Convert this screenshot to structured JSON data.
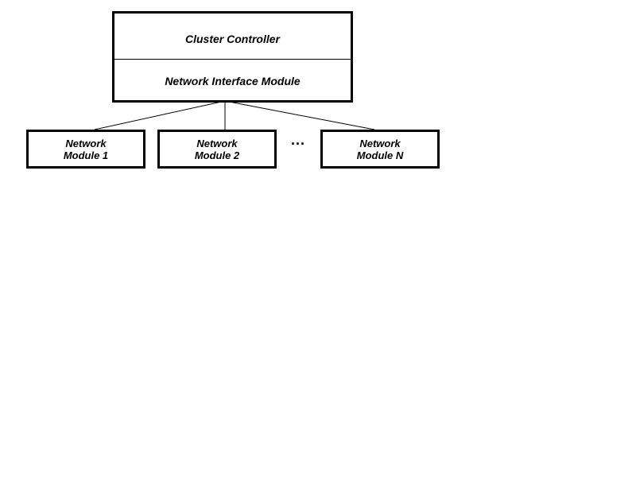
{
  "controller": {
    "title": "Cluster Controller",
    "interface_label": "Network Interface Module"
  },
  "modules": [
    {
      "line1": "Network",
      "line2": "Module 1"
    },
    {
      "line1": "Network",
      "line2": "Module 2"
    },
    {
      "line1": "Network",
      "line2": "Module N"
    }
  ],
  "ellipsis": "..."
}
